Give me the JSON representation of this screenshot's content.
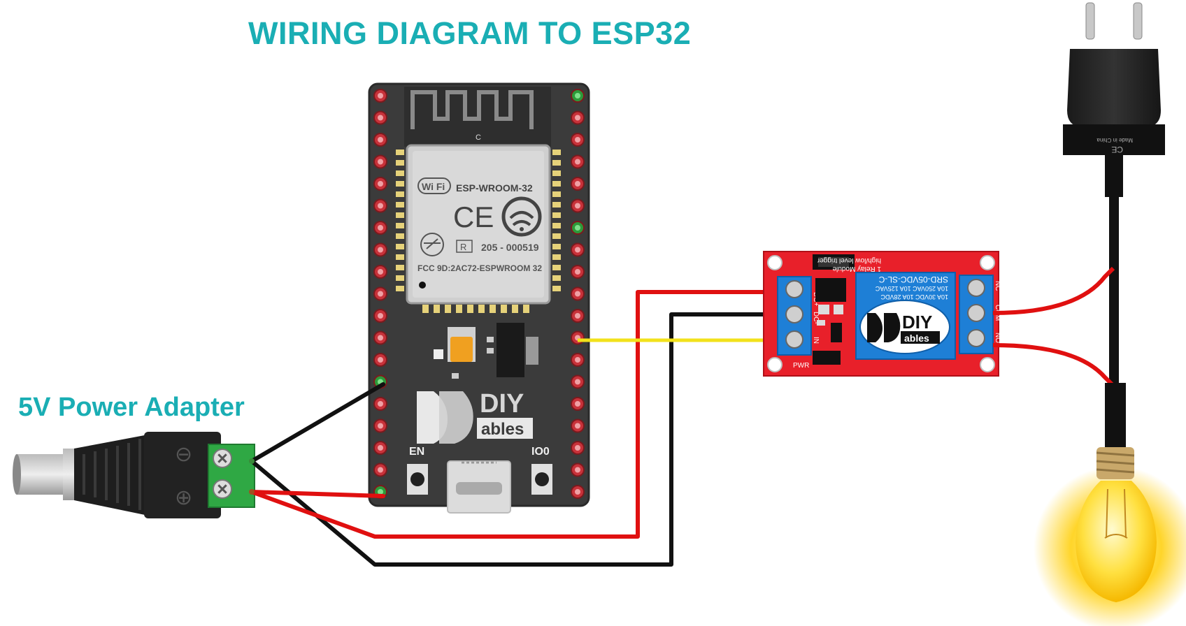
{
  "title": "WIRING DIAGRAM TO ESP32",
  "adapter_label": "5V Power Adapter",
  "esp32": {
    "module_name": "ESP-WROOM-32",
    "wifi_badge": "Wi Fi",
    "ce_mark": "CE",
    "reg_r": "R",
    "reg_number": "205 - 000519",
    "fcc": "FCC 9D:2AC72-ESPWROOM 32",
    "antenna_mark": "C",
    "brand_top": "DIY",
    "brand_bottom": "ables",
    "en_label": "EN",
    "io0_label": "IO0"
  },
  "relay": {
    "module_title": "1 Relay Module",
    "trigger_text": "high/low level trigger",
    "relay_part": "SRD-05VDC-SL-C",
    "rating_1": "10A 250VAC  10A 125VAC",
    "rating_2": "10A 30VDC  10A 28VDC",
    "pin_vcc": "DC+",
    "pin_gnd": "DC-",
    "pin_in": "IN",
    "pin_nc": "NC",
    "pin_com": "COM",
    "pin_no": "NO",
    "pwr": "PWR",
    "brand_top": "DIY",
    "brand_bottom": "ables"
  },
  "jack": {
    "minus": "⊖",
    "plus": "⊕"
  },
  "plug": {
    "made_in": "Made in China",
    "ce": "CE"
  },
  "colors": {
    "accent": "#1aaeb4",
    "wire_red": "#e01010",
    "wire_black": "#111111",
    "wire_yellow": "#f2e21b",
    "board": "#3b3b3b",
    "relay_pcb": "#e8202a",
    "terminal_blue": "#1e7fd6"
  }
}
